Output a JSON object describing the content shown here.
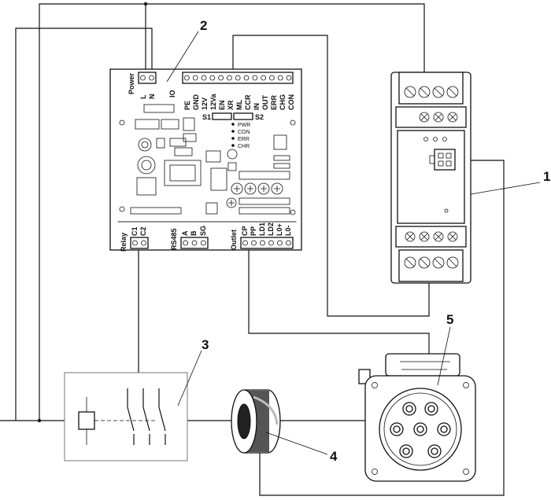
{
  "callouts": [
    "1",
    "2",
    "3",
    "4",
    "5"
  ],
  "board": {
    "power_group": {
      "title": "Power",
      "pins": [
        "L",
        "N"
      ]
    },
    "io_group": {
      "title": "IO",
      "pins": [
        "PE",
        "GND",
        "12V",
        "12Va",
        "EN",
        "XR",
        "ML",
        "CCR",
        "IN",
        "OUT",
        "ERR",
        "CHG",
        "CON"
      ]
    },
    "switch_labels": [
      "S1",
      "S2"
    ],
    "leds": [
      "PWR",
      "CON",
      "ERR",
      "CHR"
    ],
    "relay_group": {
      "title": "Relay",
      "pins": [
        "C1",
        "C2"
      ]
    },
    "rs485_group": {
      "title": "RS485",
      "pins": [
        "A",
        "B",
        "SG"
      ]
    },
    "outlet_group": {
      "title": "Outlet",
      "pins": [
        "CP",
        "PP",
        "LD1",
        "LD2",
        "L0+",
        "L0-"
      ]
    }
  }
}
